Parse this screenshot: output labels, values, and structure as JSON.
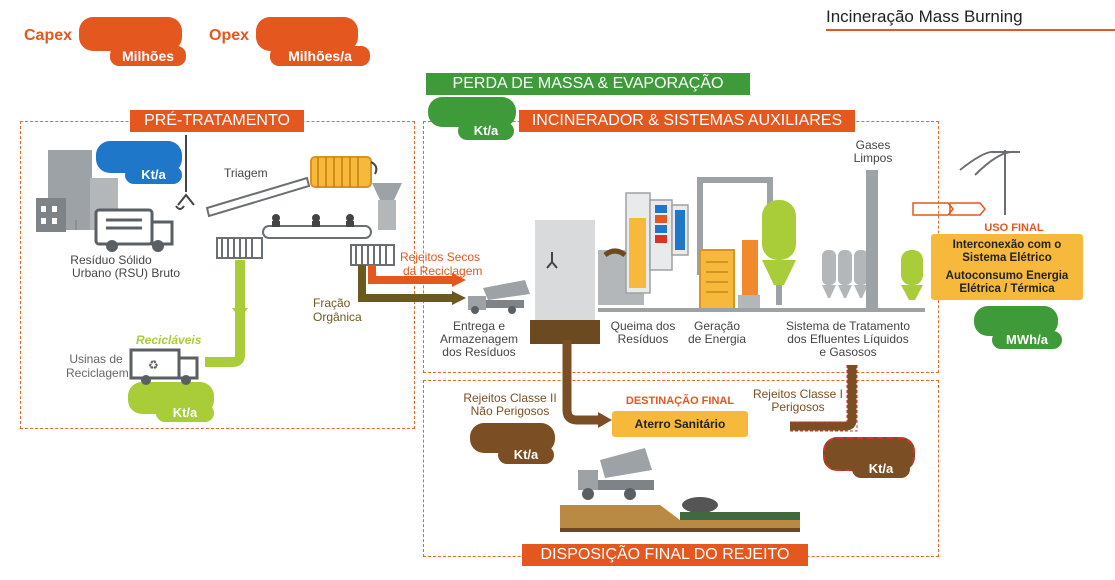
{
  "title": "Incineração Mass Burning",
  "colors": {
    "orange": "#e4571f",
    "green": "#3f9b3a",
    "lime": "#a8cd38",
    "brown": "#7b4f23",
    "blue": "#1f77c9",
    "yellow": "#f6b93b"
  },
  "capex": {
    "label": "Capex",
    "unit": "Milhões"
  },
  "opex": {
    "label": "Opex",
    "unit": "Milhões/a"
  },
  "sections": {
    "pretratamento": "PRÉ-TRATAMENTO",
    "perda": "PERDA DE MASSA & EVAPORAÇÃO",
    "incinerador": "INCINERADOR & SISTEMAS AUXILIARES",
    "disposicao": "DISPOSIÇÃO FINAL DO REJEITO"
  },
  "units": {
    "kt": "Kt/a",
    "mwh": "MWh/a"
  },
  "labels": {
    "triagem": "Triagem",
    "rsu_line1": "Resíduo Sólido",
    "rsu_line2": "Urbano (RSU) Bruto",
    "reciclaveis": "Recicláveis",
    "usinas_line1": "Usinas de",
    "usinas_line2": "Reciclagem",
    "rejeitos_secos_line1": "Rejeitos Secos",
    "rejeitos_secos_line2": "da Reciclagem",
    "fracao_line1": "Fração",
    "fracao_line2": "Orgânica",
    "entrega_line1": "Entrega e",
    "entrega_line2": "Armazenagem",
    "entrega_line3": "dos Resíduos",
    "queima_line1": "Queima dos",
    "queima_line2": "Resíduos",
    "geracao_line1": "Geração",
    "geracao_line2": "de Energia",
    "sistema_line1": "Sistema de Tratamento",
    "sistema_line2": "dos Efluentes Líquidos",
    "sistema_line3": "e Gasosos",
    "gases_line1": "Gases",
    "gases_line2": "Limpos",
    "uso_final": "USO FINAL",
    "uso_line1": "Interconexão com o",
    "uso_line2": "Sistema Elétrico",
    "uso_line3": "Autoconsumo Energia",
    "uso_line4": "Elétrica / Térmica",
    "classe2_line1": "Rejeitos Classe II",
    "classe2_line2": "Não Perigosos",
    "destinacao": "DESTINAÇÃO FINAL",
    "aterro": "Aterro Sanitário",
    "classe1_line1": "Rejeitos Classe I",
    "classe1_line2": "Perigosos"
  }
}
